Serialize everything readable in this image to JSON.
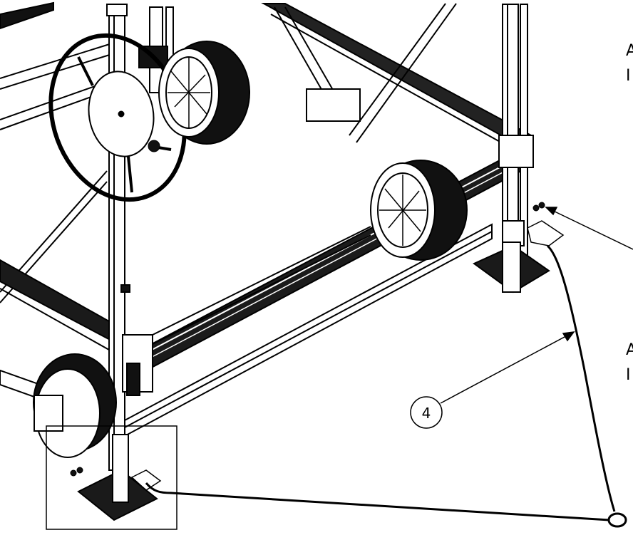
{
  "drawing": {
    "balloon_number": "4",
    "edge_labels": [
      "A",
      "I",
      "A",
      "I"
    ]
  }
}
